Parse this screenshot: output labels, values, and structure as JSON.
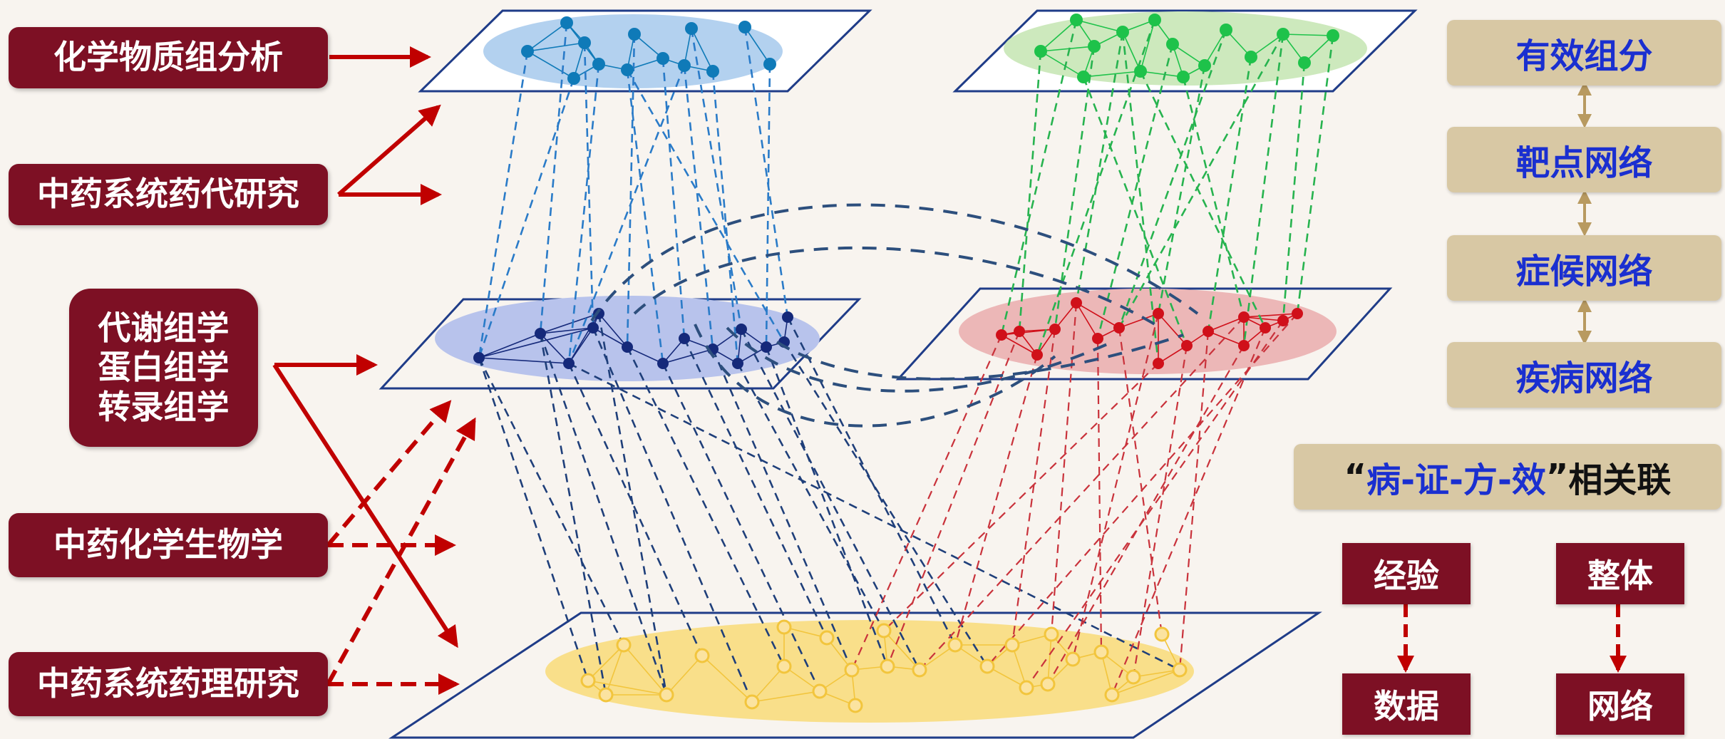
{
  "left_labels": {
    "chem_group": "化学物质组分析",
    "pk_research": "中药系统药代研究",
    "omics": [
      "代谢组学",
      "蛋白组学",
      "转录组学"
    ],
    "chem_bio": "中药化学生物学",
    "pharmacology": "中药系统药理研究"
  },
  "right_panel": {
    "chain": [
      "有效组分",
      "靶点网络",
      "症候网络",
      "疾病网络"
    ],
    "association": {
      "open_quote": "“",
      "terms": "病-证-方-效",
      "close_quote": "”",
      "suffix": "相关联"
    },
    "experience": "经验",
    "data": "数据",
    "whole": "整体",
    "network": "网络"
  },
  "colors": {
    "label_bg": "#7d1024",
    "tan_bg": "#d8c8a4",
    "arrow_red": "#c00000",
    "blue_nodes": "#0f7ab8",
    "green_nodes": "#1ec24a",
    "navy_nodes": "#15297a",
    "red_nodes": "#d0101a",
    "yellow_nodes": "#f2c53d"
  }
}
